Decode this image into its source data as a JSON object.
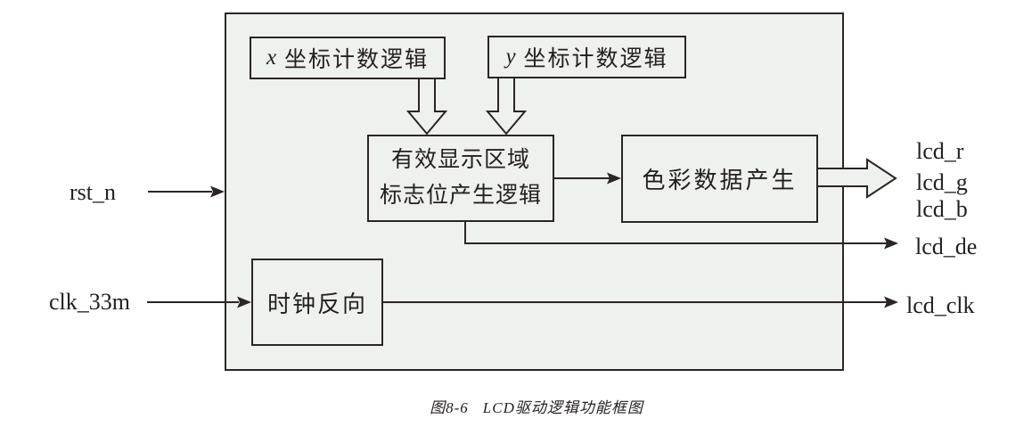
{
  "colors": {
    "box_fill": "#eff1ee",
    "line_stroke": "#2b2526",
    "text": "#231f20"
  },
  "blocks": {
    "x_counter": {
      "var": "x",
      "label": "坐标计数逻辑"
    },
    "y_counter": {
      "var": "y",
      "label": "坐标计数逻辑"
    },
    "active_area": {
      "line1": "有效显示区域",
      "line2": "标志位产生逻辑"
    },
    "color_gen": {
      "label": "色彩数据产生"
    },
    "clk_invert": {
      "label": "时钟反向"
    }
  },
  "signals": {
    "inputs": {
      "rst": "rst_n",
      "clk": "clk_33m"
    },
    "outputs": {
      "r": "lcd_r",
      "g": "lcd_g",
      "b": "lcd_b",
      "de": "lcd_de",
      "clk": "lcd_clk"
    }
  },
  "caption": {
    "number": "图8-6",
    "title": "LCD驱动逻辑功能框图"
  }
}
